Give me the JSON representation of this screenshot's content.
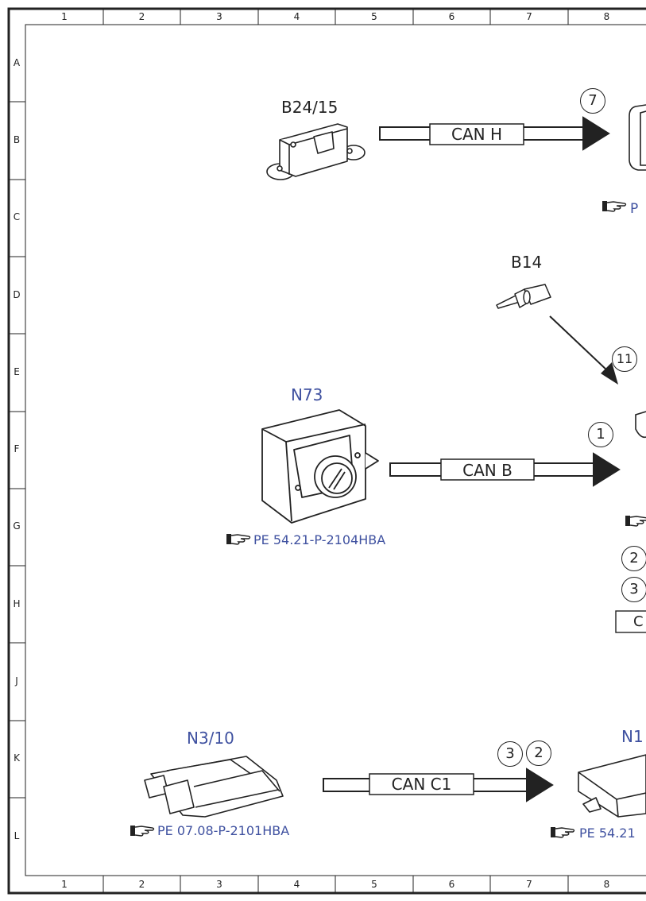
{
  "grid": {
    "columns": [
      "1",
      "2",
      "3",
      "4",
      "5",
      "6",
      "7",
      "8"
    ],
    "rows": [
      "A",
      "B",
      "C",
      "D",
      "E",
      "F",
      "G",
      "H",
      "J",
      "K",
      "L"
    ]
  },
  "components": {
    "b24_15": {
      "label": "B24/15"
    },
    "b14": {
      "label": "B14"
    },
    "n73": {
      "label": "N73",
      "ref": "PE 54.21-P-2104HBA"
    },
    "n3_10": {
      "label": "N3/10",
      "ref": "PE 07.08-P-2101HBA"
    },
    "n1_partial": {
      "label": "N1",
      "ref": "PE 54.21"
    }
  },
  "buses": {
    "can_h": {
      "label": "CAN H",
      "circle": "7"
    },
    "can_b": {
      "label": "CAN B",
      "circle": "1"
    },
    "can_c1": {
      "label": "CAN C1",
      "circles": [
        "3",
        "2"
      ]
    },
    "b14_arrow": {
      "circle": "11"
    }
  },
  "right_edge": {
    "ref_top": "P",
    "circles": [
      "2",
      "3"
    ],
    "box": "C"
  },
  "ref_icon": "pointing-hand-icon"
}
